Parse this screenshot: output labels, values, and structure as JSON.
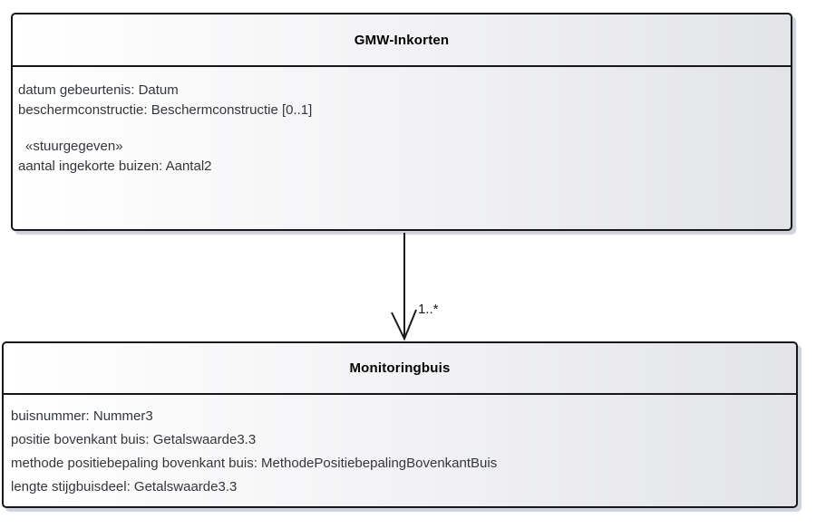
{
  "diagram_type": "uml-class-diagram",
  "colors": {
    "box_border": "#17171a",
    "box_fill_left": "#ffffff",
    "box_fill_right": "#e3e4e8",
    "shadow": "#a8acbe",
    "attribute_text": "#33363b",
    "title_text": "#000000",
    "connector": "#1a1a1a"
  },
  "classes": {
    "gmw": {
      "title": "GMW-Inkorten",
      "attributes": [
        "datum gebeurtenis: Datum",
        "beschermconstructie: Beschermconstructie [0..1]"
      ],
      "stereotype": "«stuurgegeven»",
      "stereotyped_attributes": [
        "aantal ingekorte buizen: Aantal2"
      ]
    },
    "monitoringbuis": {
      "title": "Monitoringbuis",
      "attributes": [
        "buisnummer: Nummer3",
        "positie bovenkant buis: Getalswaarde3.3",
        "methode positiebepaling bovenkant buis: MethodePositiebepalingBovenkantBuis",
        "lengte stijgbuisdeel: Getalswaarde3.3"
      ]
    }
  },
  "association": {
    "from": "GMW-Inkorten",
    "to": "Monitoringbuis",
    "multiplicity": "1..*",
    "direction": "down"
  }
}
